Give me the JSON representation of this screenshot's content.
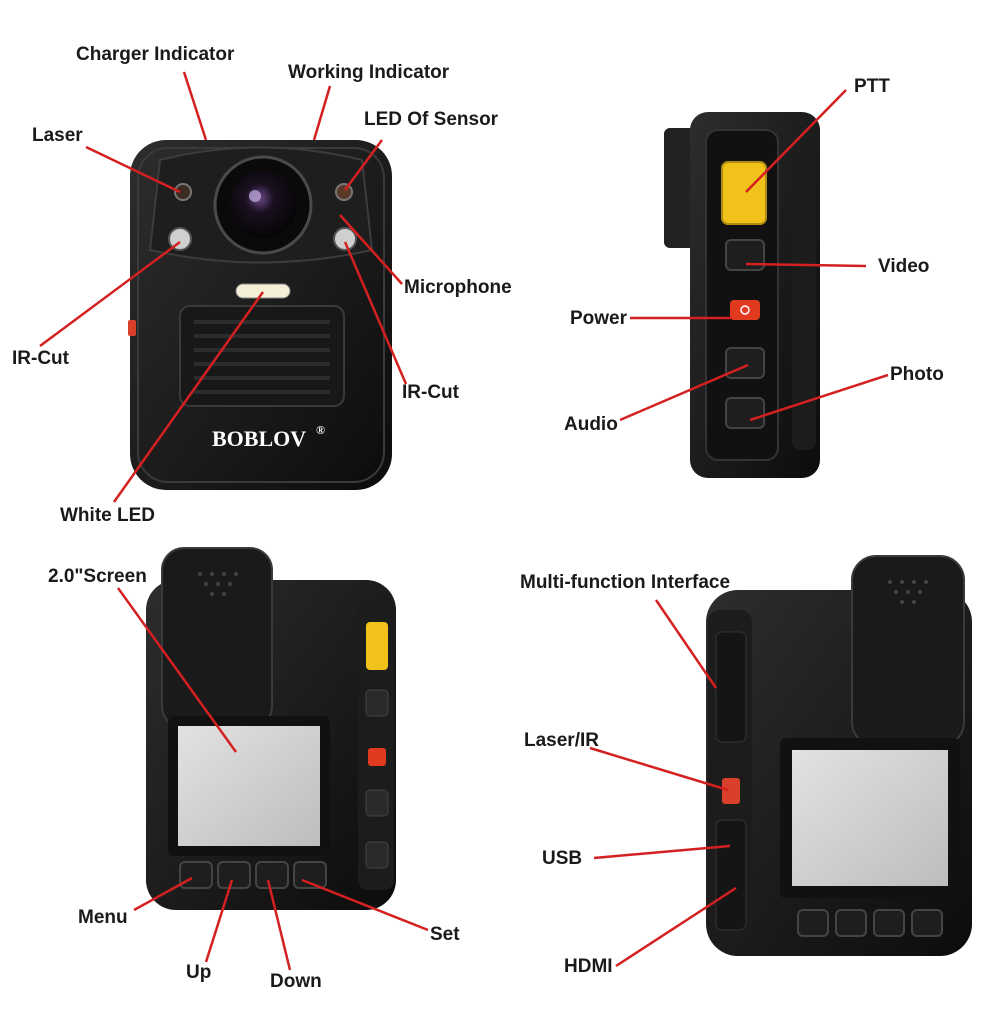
{
  "labels": {
    "charger_indicator": "Charger Indicator",
    "working_indicator": "Working Indicator",
    "laser": "Laser",
    "led_of_sensor": "LED Of Sensor",
    "microphone": "Microphone",
    "ir_cut_left": "IR-Cut",
    "ir_cut_right": "IR-Cut",
    "white_led": "White LED",
    "ptt": "PTT",
    "video": "Video",
    "power": "Power",
    "photo": "Photo",
    "audio": "Audio",
    "screen": "2.0\"Screen",
    "menu": "Menu",
    "up": "Up",
    "down": "Down",
    "set": "Set",
    "multi_function_interface": "Multi-function Interface",
    "laser_ir": "Laser/IR",
    "usb": "USB",
    "hdmi": "HDMI"
  },
  "brand": {
    "logo": "BOBLOV",
    "mark": "®"
  },
  "colors": {
    "callout_line": "#d42020",
    "body": "#161616",
    "ptt_button": "#f3c21a",
    "power_button": "#e23a1f",
    "screen": "#cfcfcf"
  }
}
